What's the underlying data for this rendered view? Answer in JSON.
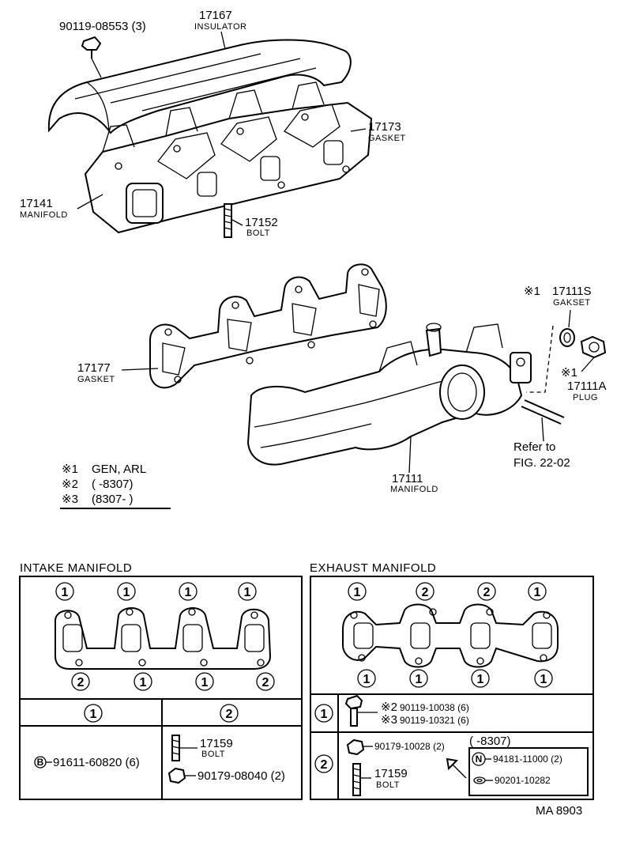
{
  "parts": {
    "p_90119_08553": "90119-08553 (3)",
    "p_17167": "17167",
    "p_17167_name": "INSULATOR",
    "p_17173": "17173",
    "p_17173_name": "GASKET",
    "p_17141": "17141",
    "p_17141_name": "MANIFOLD",
    "p_17152": "17152",
    "p_17152_name": "BOLT",
    "p_17111s": "17111S",
    "p_17111s_mark": "※1",
    "p_17111s_name": "GAKSET",
    "p_17177": "17177",
    "p_17177_name": "GASKET",
    "p_17111a_mark": "※1",
    "p_17111a": "17111A",
    "p_17111a_name": "PLUG",
    "refer_1": "Refer to",
    "refer_2": "FIG. 22-02",
    "p_17111": "17111",
    "p_17111_name": "MANIFOLD"
  },
  "legend": {
    "l1_mark": "※1",
    "l1_text": "GEN, ARL",
    "l2_mark": "※2",
    "l2_text": "(       -8307)",
    "l3_mark": "※3",
    "l3_text": "(8307-        )"
  },
  "intake": {
    "title": "INTAKE MANIFOLD",
    "top_markers": [
      "1",
      "1",
      "1",
      "1"
    ],
    "bottom_markers": [
      "2",
      "1",
      "1",
      "2"
    ],
    "col1_head": "1",
    "col2_head": "2",
    "col1_symbol": "B",
    "col1_part": "91611-60820 (6)",
    "col2_part1": "17159",
    "col2_part1_name": "BOLT",
    "col2_part2": "90179-08040 (2)"
  },
  "exhaust": {
    "title": "EXHAUST MANIFOLD",
    "top_markers": [
      "1",
      "2",
      "2",
      "1"
    ],
    "bottom_markers": [
      "1",
      "1",
      "1",
      "1"
    ],
    "row1_head": "1",
    "row1_mark1": "※2",
    "row1_part1": "90119-10038 (6)",
    "row1_mark2": "※3",
    "row1_part2": "90119-10321 (6)",
    "row2_head": "2",
    "row2_part1": "90179-10028 (2)",
    "row2_part2": "17159",
    "row2_part2_name": "BOLT",
    "box_title": "(        -8307)",
    "box_symbol": "N",
    "box_part1": "94181-11000 (2)",
    "box_part2": "90201-10282"
  },
  "footer": {
    "code": "MA  8903"
  }
}
